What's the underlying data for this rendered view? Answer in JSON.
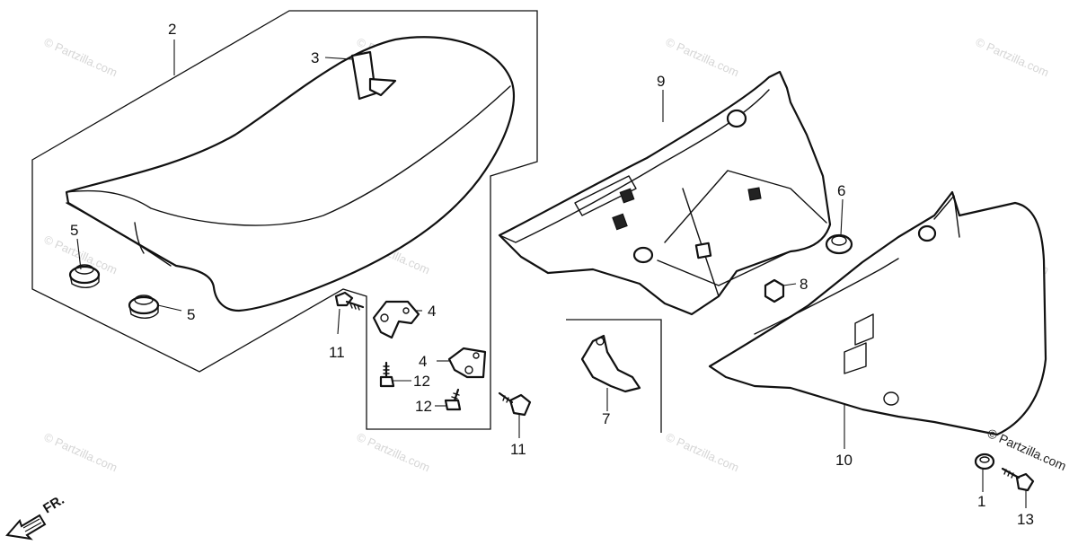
{
  "diagram": {
    "callouts": {
      "c2": "2",
      "c3": "3",
      "c5a": "5",
      "c5b": "5",
      "c11a": "11",
      "c4a": "4",
      "c4b": "4",
      "c12a": "12",
      "c12b": "12",
      "c11b": "11",
      "c7": "7",
      "c9": "9",
      "c6": "6",
      "c8": "8",
      "c10": "10",
      "c1": "1",
      "c13": "13"
    },
    "front_indicator": "FR.",
    "watermark": "© Partzilla.com",
    "corner_watermark": "© Partzilla.com"
  }
}
